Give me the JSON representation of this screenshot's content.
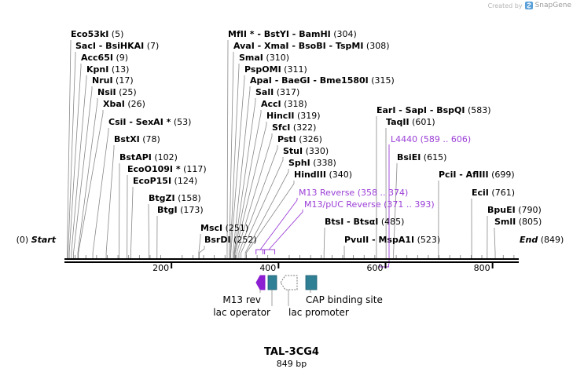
{
  "credit": {
    "created_by": "Created by",
    "brand": "SnapGene"
  },
  "sequence": {
    "length": 849,
    "name": "TAL-3CG4",
    "length_label": "849 bp"
  },
  "ends": {
    "start": {
      "name": "Start",
      "pos": "(0)"
    },
    "end": {
      "name": "End",
      "pos": "(849)"
    }
  },
  "ruler": {
    "ticks": [
      200,
      400,
      600,
      800
    ]
  },
  "enzymes": [
    {
      "name": "Eco53kI",
      "pos": "(5)",
      "site": 5
    },
    {
      "name": "SacI  -  BsiHKAI",
      "pos": "(7)",
      "site": 7
    },
    {
      "name": "Acc65I",
      "pos": "(9)",
      "site": 9
    },
    {
      "name": "KpnI",
      "pos": "(13)",
      "site": 13
    },
    {
      "name": "NruI",
      "pos": "(17)",
      "site": 17
    },
    {
      "name": "NsiI",
      "pos": "(25)",
      "site": 25
    },
    {
      "name": "XbaI",
      "pos": "(26)",
      "site": 26
    },
    {
      "name": "CsiI  -  SexAI *",
      "pos": "(53)",
      "site": 53
    },
    {
      "name": "BstXI",
      "pos": "(78)",
      "site": 78
    },
    {
      "name": "BstAPI",
      "pos": "(102)",
      "site": 102
    },
    {
      "name": "EcoO109I *",
      "pos": "(117)",
      "site": 117
    },
    {
      "name": "EcoP15I",
      "pos": "(124)",
      "site": 124
    },
    {
      "name": "BtgZI",
      "pos": "(158)",
      "site": 158
    },
    {
      "name": "BtgI",
      "pos": "(173)",
      "site": 173
    },
    {
      "name": "MscI",
      "pos": "(251)",
      "site": 251
    },
    {
      "name": "BsrDI",
      "pos": "(252)",
      "site": 252
    },
    {
      "name": "MfII *  -  BstYI  -  BamHI",
      "pos": "(304)",
      "site": 304
    },
    {
      "name": "AvaI  -  XmaI  -  BsoBI  -  TspMI",
      "pos": "(308)",
      "site": 308
    },
    {
      "name": "SmaI",
      "pos": "(310)",
      "site": 310
    },
    {
      "name": "PspOMI",
      "pos": "(311)",
      "site": 311
    },
    {
      "name": "ApaI  -  BaeGI  -  Bme1580I",
      "pos": "(315)",
      "site": 315
    },
    {
      "name": "SalI",
      "pos": "(317)",
      "site": 317
    },
    {
      "name": "AccI",
      "pos": "(318)",
      "site": 318
    },
    {
      "name": "HincII",
      "pos": "(319)",
      "site": 319
    },
    {
      "name": "SfcI",
      "pos": "(322)",
      "site": 322
    },
    {
      "name": "PstI",
      "pos": "(326)",
      "site": 326
    },
    {
      "name": "StuI",
      "pos": "(330)",
      "site": 330
    },
    {
      "name": "SphI",
      "pos": "(338)",
      "site": 338
    },
    {
      "name": "HindIII",
      "pos": "(340)",
      "site": 340
    },
    {
      "name": "BtsI  -  BtsαI",
      "pos": "(485)",
      "site": 485
    },
    {
      "name": "PvuII  -  MspA1I",
      "pos": "(523)",
      "site": 523
    },
    {
      "name": "EarI  -  SapI  -  BspQI",
      "pos": "(583)",
      "site": 583
    },
    {
      "name": "TaqII",
      "pos": "(601)",
      "site": 601
    },
    {
      "name": "BsiEI",
      "pos": "(615)",
      "site": 615
    },
    {
      "name": "PciI  -  AflIII",
      "pos": "(699)",
      "site": 699
    },
    {
      "name": "EciI",
      "pos": "(761)",
      "site": 761
    },
    {
      "name": "BpuEI",
      "pos": "(790)",
      "site": 790
    },
    {
      "name": "SmlI",
      "pos": "(805)",
      "site": 805
    }
  ],
  "primers": [
    {
      "name": "M13 Reverse",
      "range": "(358 .. 374)",
      "start": 358,
      "end": 374
    },
    {
      "name": "M13/pUC Reverse",
      "range": "(371 .. 393)",
      "start": 371,
      "end": 393
    },
    {
      "name": "L4440",
      "range": "(589 .. 606)",
      "start": 589,
      "end": 606
    }
  ],
  "features": [
    {
      "name": "M13 rev",
      "type": "primer-bind",
      "direction": "reverse",
      "color": "#8c1fd1"
    },
    {
      "name": "lac operator",
      "type": "protein-bind",
      "color": "#2f7f95"
    },
    {
      "name": "lac promoter",
      "type": "promoter",
      "direction": "reverse",
      "color": "#ffffff"
    },
    {
      "name": "CAP binding site",
      "type": "protein-bind",
      "color": "#2f7f95"
    }
  ],
  "colors": {
    "primer": "#9b3fd6",
    "primer_dark": "#8c1fd1",
    "protein_bind": "#2f7f95",
    "line": "#888888",
    "text": "#000000"
  }
}
